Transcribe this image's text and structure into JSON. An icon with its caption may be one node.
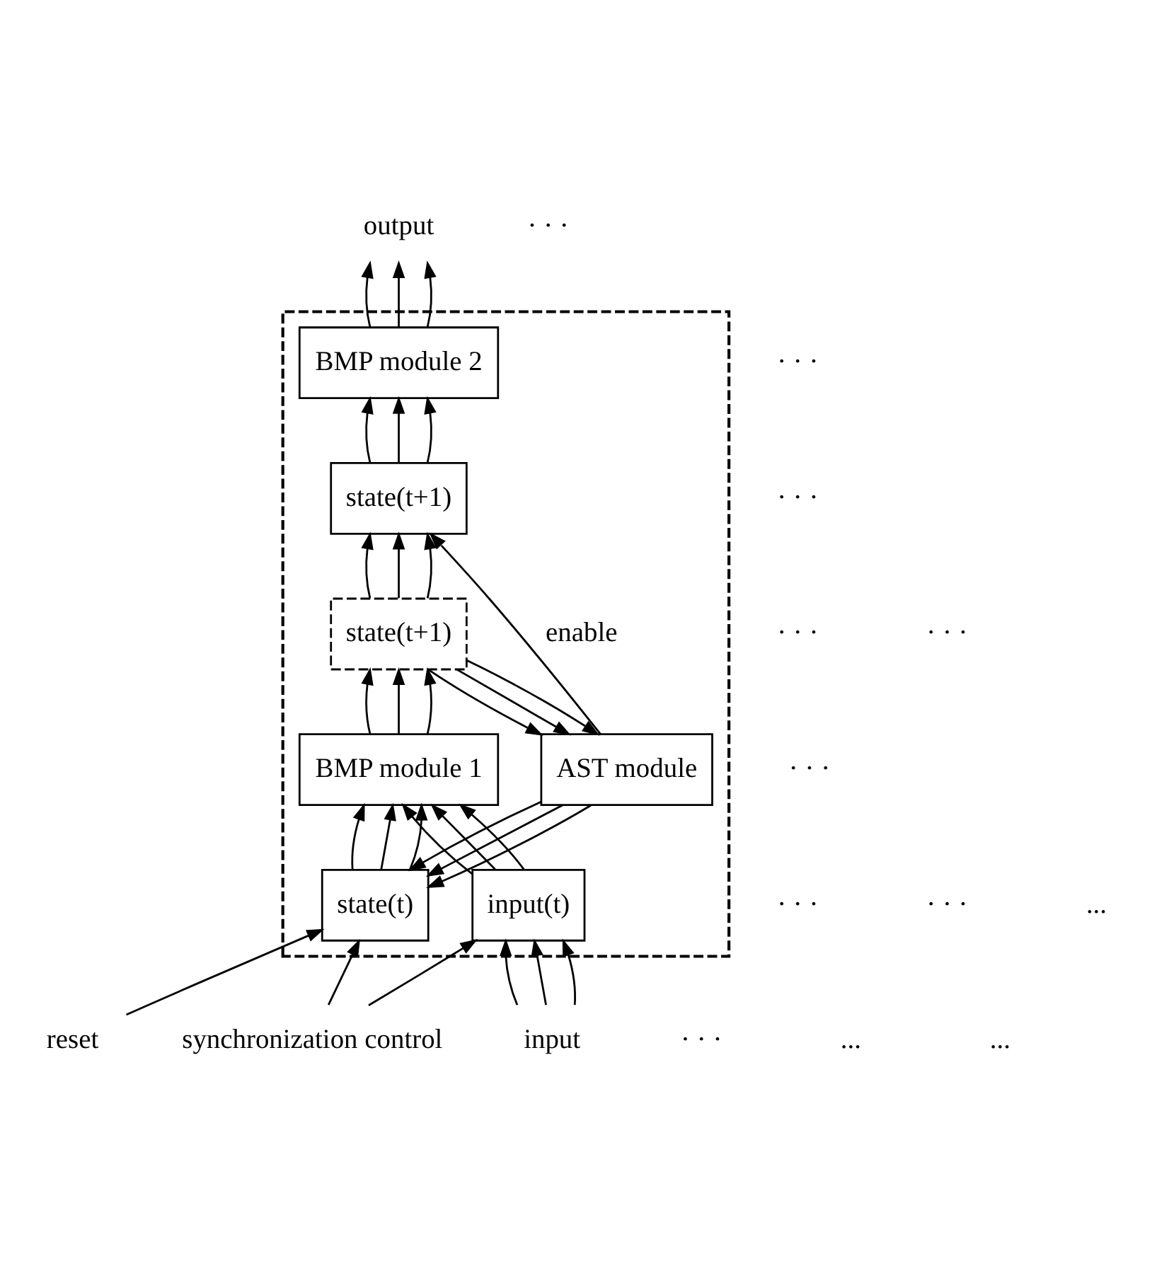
{
  "diagram": {
    "nodes": [
      {
        "text": [],
        "shape": "box"
      },
      {
        "text": [
          "BMP module 2"
        ],
        "in": 0
      },
      {
        "text": [
          "state(t+1)"
        ],
        "in": 0
      },
      {
        "text": [
          "state(t+1)"
        ],
        "in": 0
      },
      {
        "text": [
          "AST module"
        ],
        "in": 0
      },
      {
        "text": [
          "BMP module 1"
        ],
        "in": 0
      },
      {
        "text": [
          "state(t)"
        ],
        "in": 0
      },
      {
        "text": [
          "input(t)"
        ],
        "in": 0
      },
      {
        "text": [
          "output"
        ]
      },
      {
        "text": [
          "reset"
        ]
      },
      {
        "text": [
          "input"
        ]
      },
      {
        "text": [
          "synchronization control"
        ]
      }
    ],
    "edges": [
      {
        "from": 1,
        "to": 8,
        "arrow": "to"
      },
      {
        "from": 1,
        "to": 8,
        "arrow": "to"
      },
      {
        "from": 1,
        "to": 8,
        "arrow": "to"
      },
      {
        "from": 2,
        "to": 1,
        "arrow": "to"
      },
      {
        "from": 2,
        "to": 1,
        "arrow": "to"
      },
      {
        "from": 2,
        "to": 1,
        "arrow": "to"
      },
      {
        "from": 4,
        "to": 2,
        "arrow": "to",
        "label": "enable"
      },
      {
        "from": 3,
        "to": 2,
        "arrow": "to"
      },
      {
        "from": 3,
        "to": 2,
        "arrow": "to"
      },
      {
        "from": 3,
        "to": 2,
        "arrow": "to"
      },
      {
        "from": 3,
        "to": 4,
        "arrow": "to"
      },
      {
        "from": 3,
        "to": 4,
        "arrow": "to"
      },
      {
        "from": 3,
        "to": 4,
        "arrow": "to"
      },
      {
        "from": 5,
        "to": 3,
        "arrow": "to"
      },
      {
        "from": 5,
        "to": 3,
        "arrow": "to"
      },
      {
        "from": 5,
        "to": 3,
        "arrow": "to"
      },
      {
        "from": 6,
        "to": 5,
        "arrow": "to"
      },
      {
        "from": 6,
        "to": 5,
        "arrow": "to"
      },
      {
        "from": 6,
        "to": 5,
        "arrow": "to"
      },
      {
        "from": 7,
        "to": 5,
        "arrow": "to"
      },
      {
        "from": 7,
        "to": 5,
        "arrow": "to"
      },
      {
        "from": 7,
        "to": 5,
        "arrow": "to"
      },
      {
        "from": 4,
        "to": 6,
        "arrow": "to"
      },
      {
        "from": 4,
        "to": 6,
        "arrow": "to"
      },
      {
        "from": 4,
        "to": 6,
        "arrow": "to"
      },
      {
        "from": 11,
        "to": 7,
        "arrow": "to"
      },
      {
        "from": 11,
        "to": 6,
        "arrow": "to"
      },
      {
        "from": 9,
        "to": 6,
        "arrow": "to"
      },
      {
        "from": 10,
        "to": 7,
        "arrow": "to"
      },
      {
        "from": 10,
        "to": 7,
        "arrow": "to"
      },
      {
        "from": 10,
        "to": 7,
        "arrow": "to"
      }
    ],
    "labels": [
      "· · ·",
      "· · ·",
      "· · ·",
      "· · ·",
      "· · ·",
      "· · ·",
      "· · ·",
      "· · ·",
      "...",
      "· · ·",
      "...",
      "..."
    ]
  }
}
